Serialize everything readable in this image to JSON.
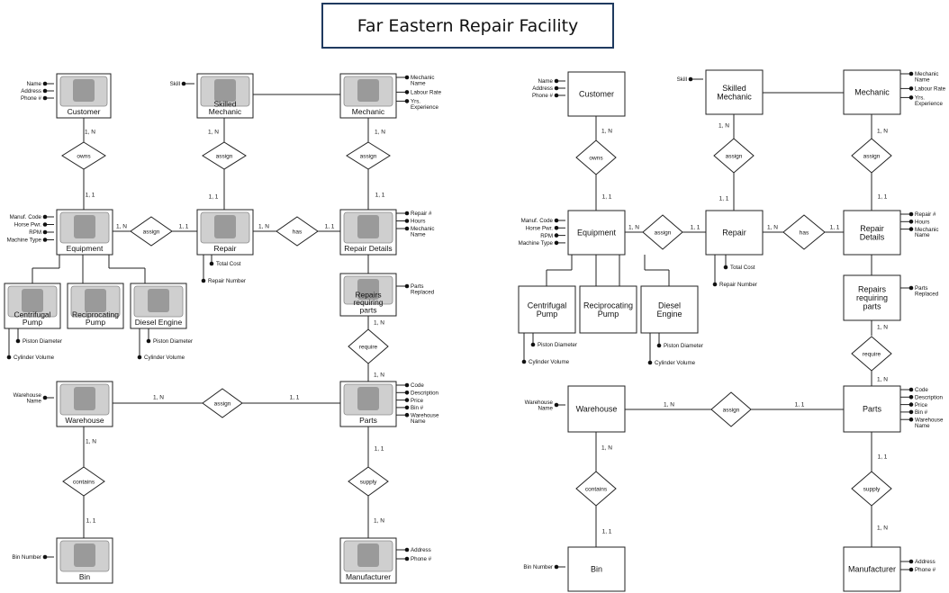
{
  "title": "Far Eastern Repair Facility",
  "entities": {
    "customer": "Customer",
    "skilled_mechanic": "Skilled Mechanic",
    "mechanic": "Mechanic",
    "equipment": "Equipment",
    "repair": "Repair",
    "repair_details": "Repair Details",
    "centrifugal_pump": "Centrifugal Pump",
    "reciprocating_pump": "Reciprocating Pump",
    "diesel_engine": "Diesel Engine",
    "repairs_requiring_parts": "Repairs requiring parts",
    "warehouse": "Warehouse",
    "parts": "Parts",
    "bin": "Bin",
    "manufacturer": "Manufacturer"
  },
  "relationships": {
    "owns": "owns",
    "assign": "assign",
    "has": "has",
    "require": "require",
    "contains": "contains",
    "supply": "supply"
  },
  "attributes": {
    "customer": [
      "Name",
      "Address",
      "Phone #"
    ],
    "skilled_mechanic": [
      "Skill"
    ],
    "mechanic": [
      "Mechanic Name",
      "Labour Rate",
      "Yrs. Experience"
    ],
    "equipment": [
      "Manuf. Code",
      "Horse Pwr.",
      "RPM",
      "Machine Type"
    ],
    "repair": [
      "Total Cost",
      "Repair Number"
    ],
    "repair_details": [
      "Repair #",
      "Hours",
      "Mechanic Name"
    ],
    "repairs_requiring_parts": [
      "Parts Replaced"
    ],
    "centrifugal_pump": [
      "Piston Diameter",
      "Cylinder Volume"
    ],
    "diesel_engine": [
      "Piston Diameter",
      "Cylinder Volume"
    ],
    "warehouse": [
      "Warehouse Name"
    ],
    "parts": [
      "Code",
      "Description",
      "Price",
      "Bin #",
      "Warehouse Name"
    ],
    "bin": [
      "Bin Number"
    ],
    "manufacturer": [
      "Address",
      "Phone #"
    ]
  },
  "cardinalities": {
    "one_n": "1, N",
    "one_one": "1, 1"
  }
}
